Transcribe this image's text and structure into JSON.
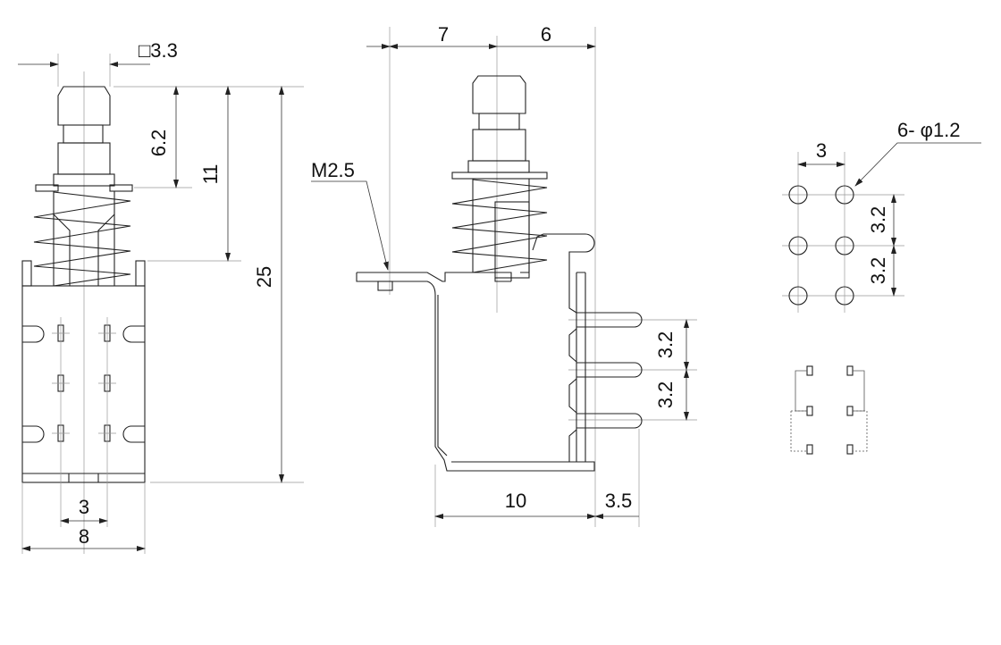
{
  "front_view": {
    "square_dim": "□3.3",
    "dim_button": "6.2",
    "dim_to_body": "11",
    "dim_total": "25",
    "dim_pin_pitch": "3",
    "dim_width": "8"
  },
  "side_view": {
    "dim_left": "7",
    "dim_right": "6",
    "thread_label": "M2.5",
    "dim_pin_1": "3.2",
    "dim_pin_2": "3.2",
    "dim_depth": "10",
    "dim_pin_length": "3.5"
  },
  "pcb_layout": {
    "hole_label": "6- φ1.2",
    "dim_col": "3",
    "dim_row_1": "3.2",
    "dim_row_2": "3.2"
  },
  "colors": {
    "line": "#222222",
    "thin": "#999999"
  }
}
